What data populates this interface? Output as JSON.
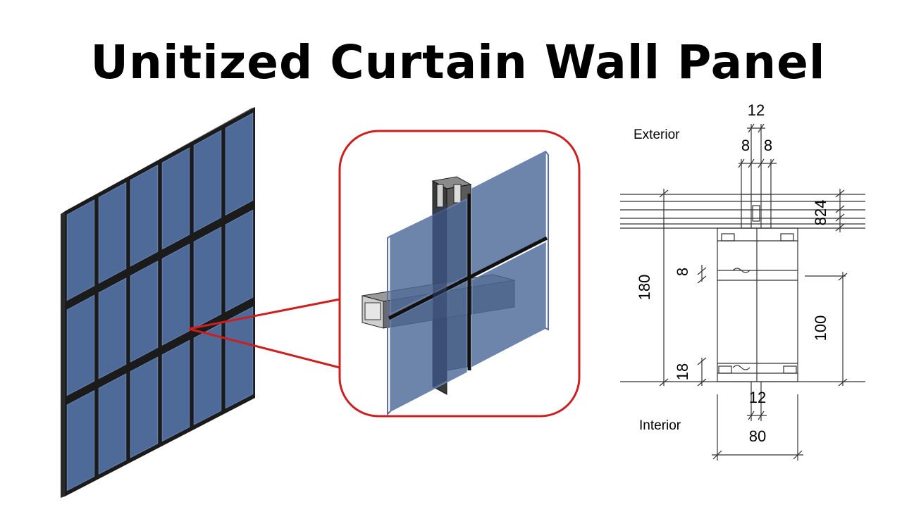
{
  "title": "Unitized Curtain Wall Panel",
  "colors": {
    "glass": "#4e6a99",
    "glass_light": "#6a83b2",
    "frame": "#1b1b1b",
    "callout": "#cc1f1f",
    "section_line": "#333333"
  },
  "section": {
    "exterior_label": "Exterior",
    "interior_label": "Interior",
    "dims": {
      "top_joint": "12",
      "top_left_glass": "8",
      "top_right_glass": "8",
      "right_stack": "824",
      "left_height": "180",
      "left_small": "8",
      "left_bottom": "18",
      "right_depth": "100",
      "bottom_joint": "12",
      "bottom_width": "80"
    }
  }
}
